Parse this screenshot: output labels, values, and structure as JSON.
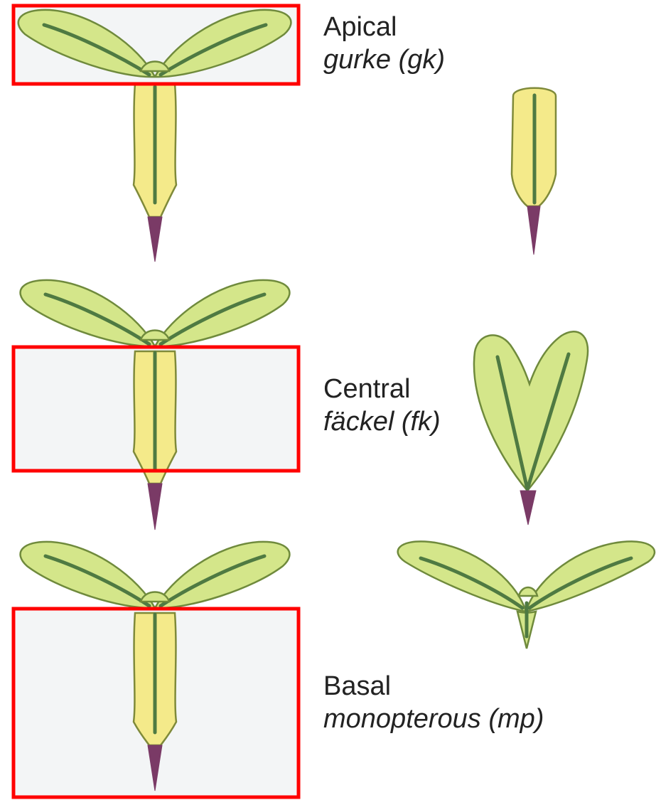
{
  "colors": {
    "cotyledon_fill": "#d4e68a",
    "cotyledon_stroke": "#6f8a3c",
    "vein": "#4f7a42",
    "hypocotyl_fill": "#f4ea8a",
    "hypocotyl_stroke": "#7f8a3a",
    "root_tip": "#7a3a66",
    "highlight_box": "#ff0000",
    "shaded_bg": "#e9ecef"
  },
  "rows": [
    {
      "region": "Apical",
      "mutant": "gurke (gk)"
    },
    {
      "region": "Central",
      "mutant": "fäckel (fk)"
    },
    {
      "region": "Basal",
      "mutant": "monopterous (mp)"
    }
  ]
}
